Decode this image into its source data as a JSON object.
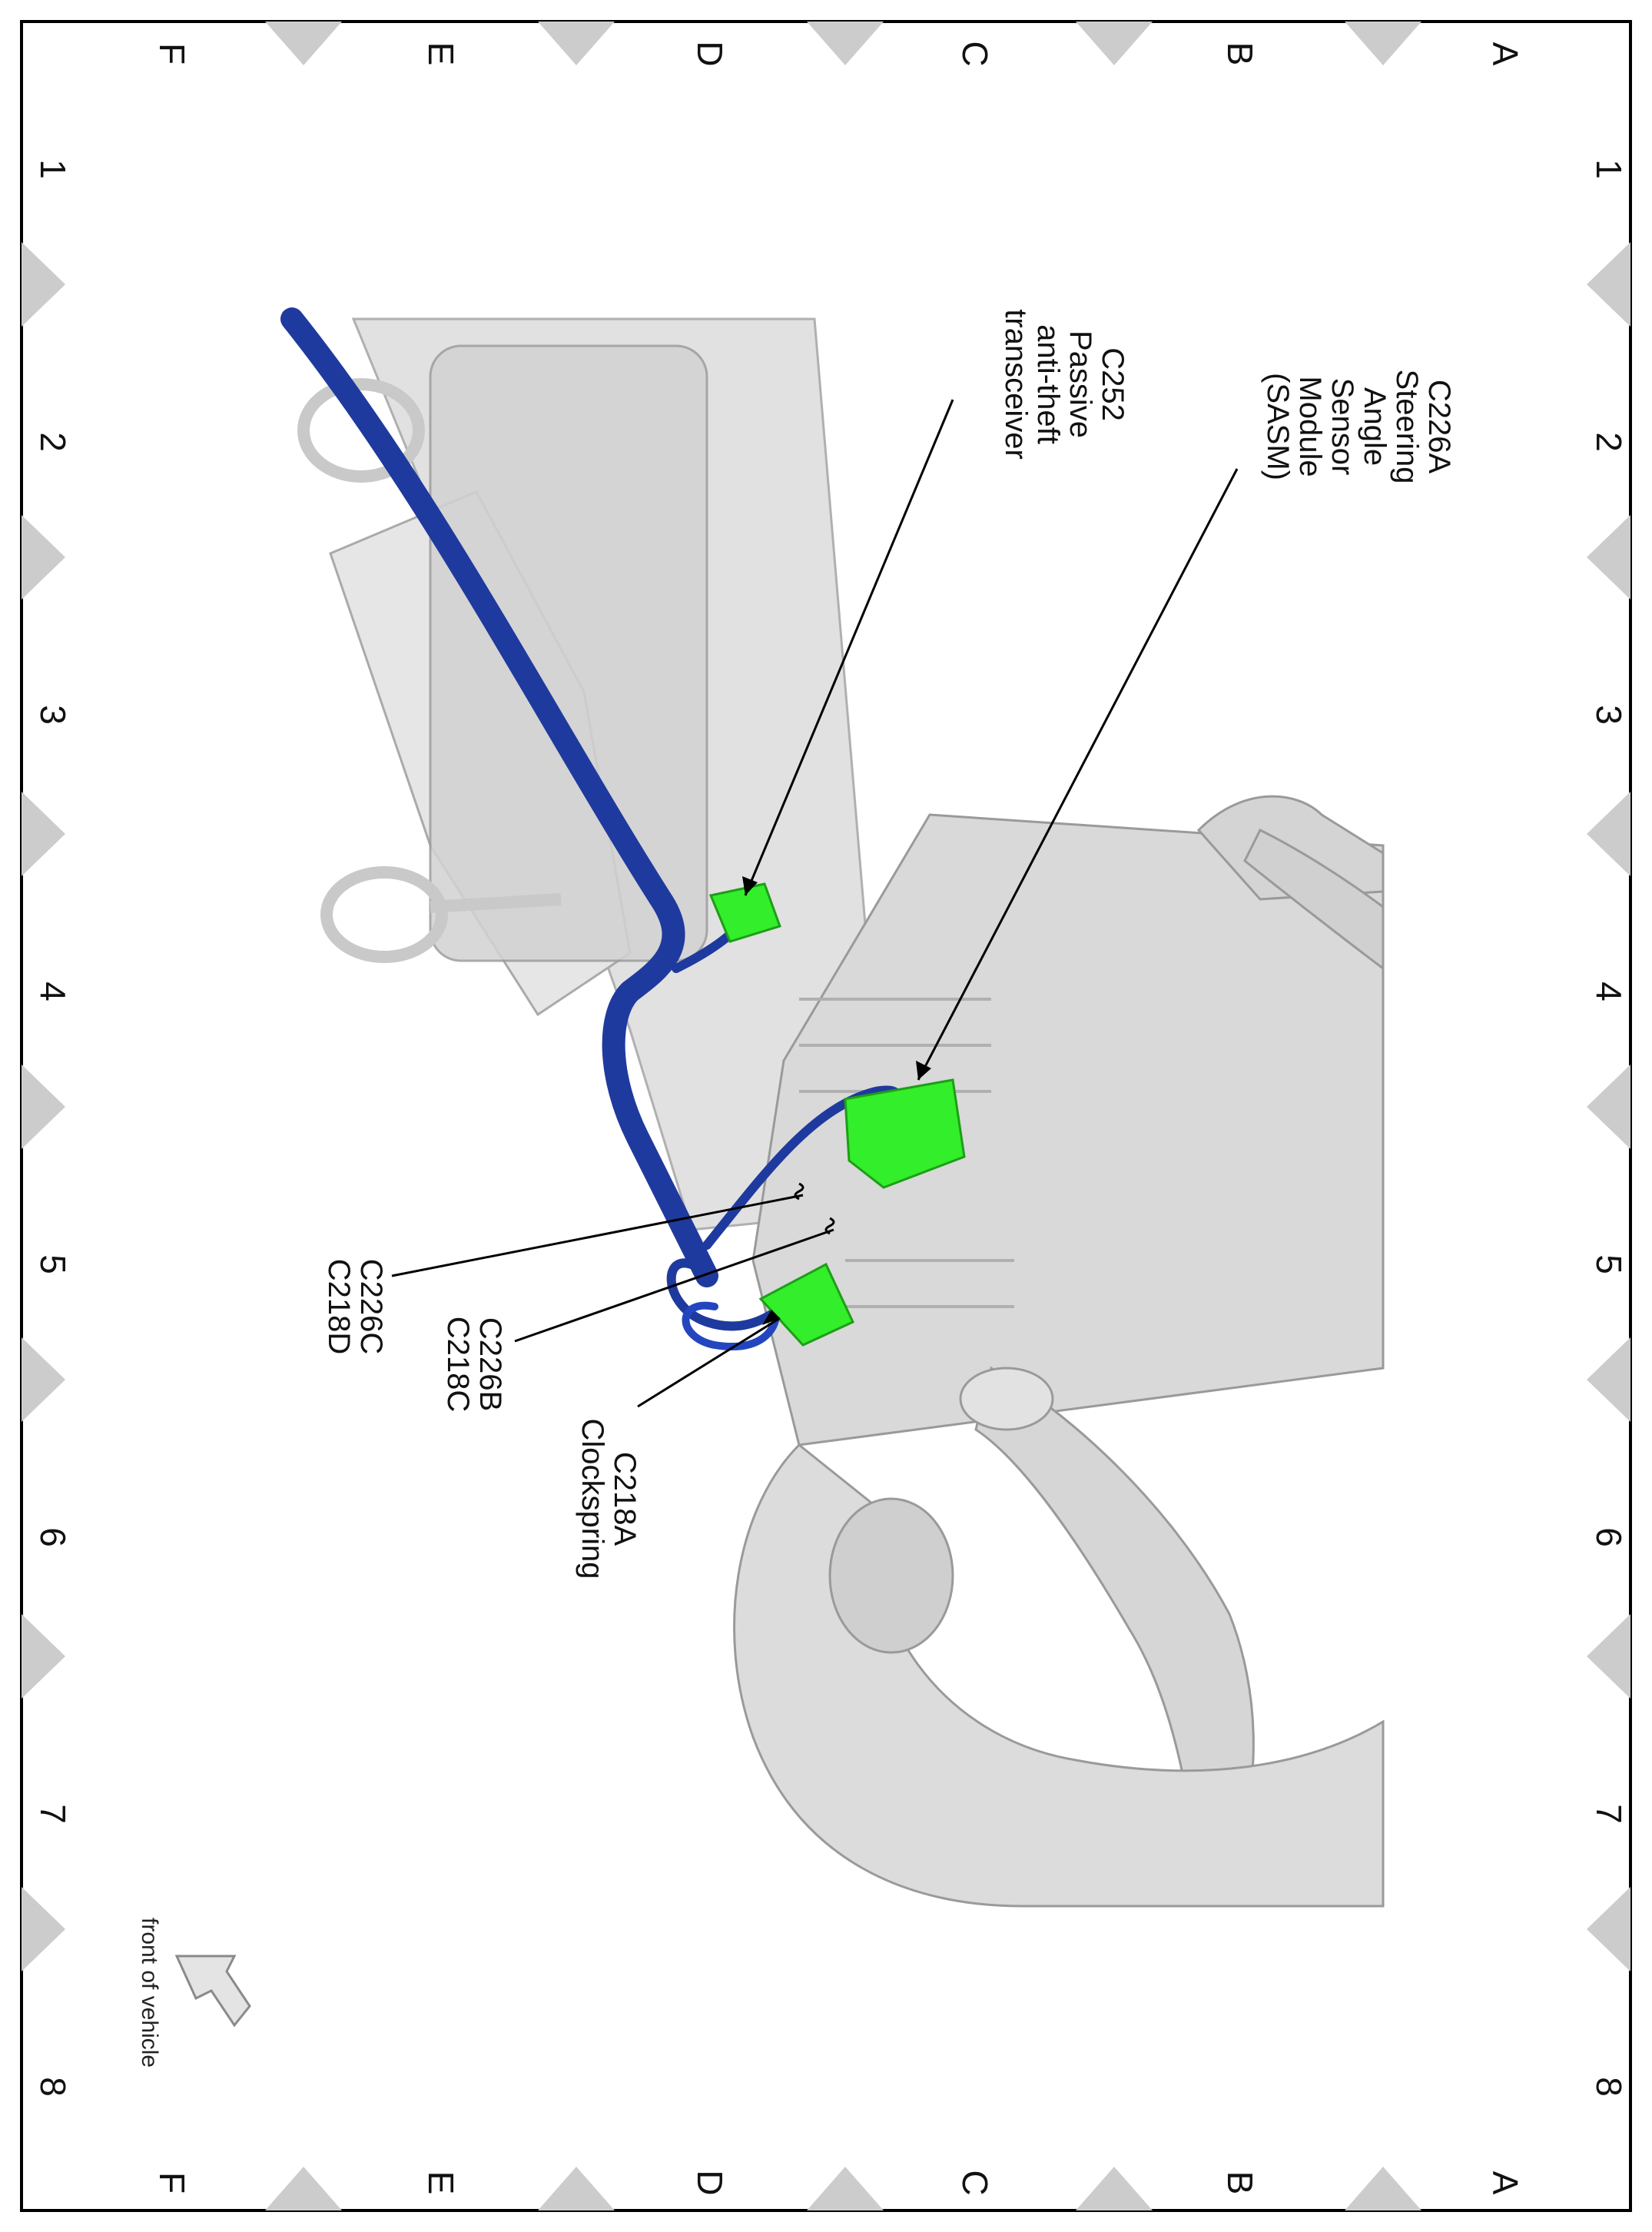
{
  "colors": {
    "frame": "#000000",
    "frame_marker": "#cccccc",
    "component_gray": "#d6d6d6",
    "component_edge": "#9a9a9a",
    "harness_blue": "#1f3a9e",
    "connector_green": "#33ee2a",
    "leader": "#000000"
  },
  "frame": {
    "top_letters": [
      "A",
      "B",
      "C",
      "D",
      "E",
      "F"
    ],
    "bottom_letters": [
      "A",
      "B",
      "C",
      "D",
      "E",
      "F"
    ],
    "left_numbers": [
      "1",
      "2",
      "3",
      "4",
      "5",
      "6",
      "7",
      "8"
    ],
    "right_numbers": [
      "1",
      "2",
      "3",
      "4",
      "5",
      "6",
      "7",
      "8"
    ]
  },
  "callouts": {
    "c226a": {
      "lines": [
        "C226A",
        "Steering",
        "Angle",
        "Sensor",
        "Module",
        "(SASM)"
      ]
    },
    "c252": {
      "lines": [
        "C252",
        "Passive",
        "anti-theft",
        "transceiver"
      ]
    },
    "c226c": {
      "lines": [
        "C226C",
        "C218D"
      ]
    },
    "c226b": {
      "lines": [
        "C226B",
        "C218C"
      ]
    },
    "c218a": {
      "lines": [
        "C218A",
        "Clockspring"
      ]
    }
  },
  "orientation": {
    "label": "front of vehicle",
    "icon": "arrow-icon"
  }
}
